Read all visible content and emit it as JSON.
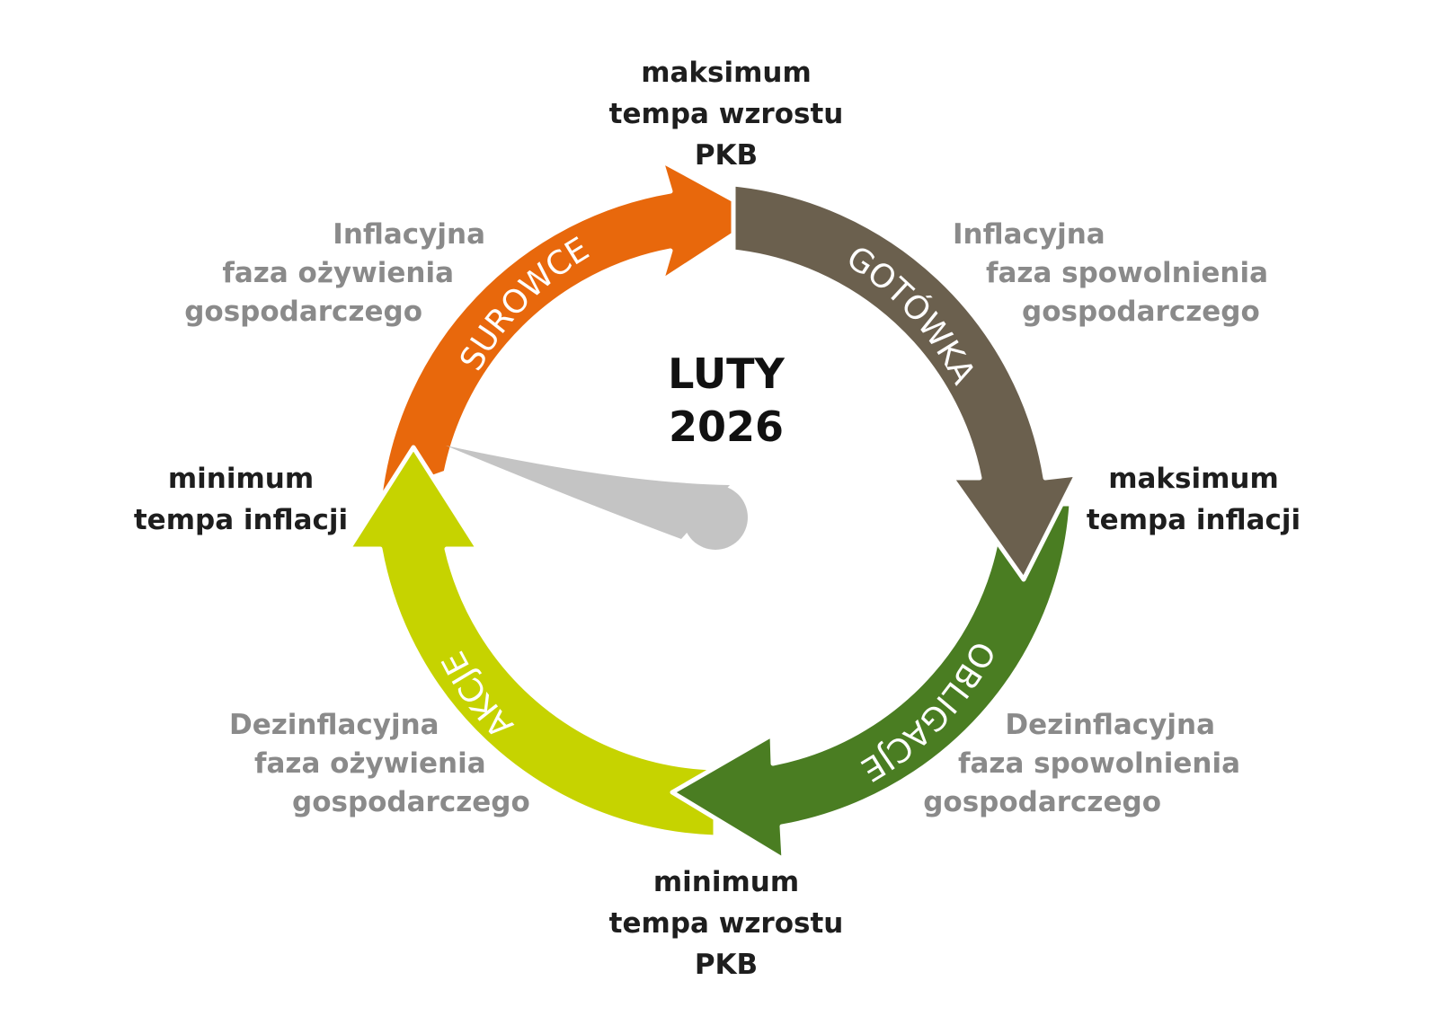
{
  "title": {
    "line1": "LUTY",
    "line2": "2026"
  },
  "segments": {
    "surowce": {
      "label": "SUROWCE",
      "color": "#e8680c"
    },
    "gotowka": {
      "label": "GOTÓWKA",
      "color": "#6b604e"
    },
    "obligacje": {
      "label": "OBLIGACJE",
      "color": "#4a7d22"
    },
    "akcje": {
      "label": "AKCJE",
      "color": "#c6d300"
    }
  },
  "extremes": {
    "top": {
      "line1": "maksimum",
      "line2": "tempa wzrostu",
      "line3": "PKB"
    },
    "right": {
      "line1": "maksimum",
      "line2": "tempa inflacji"
    },
    "bottom": {
      "line1": "minimum",
      "line2": "tempa wzrostu",
      "line3": "PKB"
    },
    "left": {
      "line1": "minimum",
      "line2": "tempa inflacji"
    }
  },
  "phases": {
    "top_left": {
      "line1": "Inflacyjna",
      "line2": "faza ożywienia",
      "line3": "gospodarczego"
    },
    "top_right": {
      "line1": "Inflacyjna",
      "line2": "faza spowolnienia",
      "line3": "gospodarczego"
    },
    "bottom_left": {
      "line1": "Dezinflacyjna",
      "line2": "faza ożywienia",
      "line3": "gospodarczego"
    },
    "bottom_right": {
      "line1": "Dezinflacyjna",
      "line2": "faza spowolnienia",
      "line3": "gospodarczego"
    }
  },
  "pointer": {
    "color": "#c4c4c4"
  }
}
